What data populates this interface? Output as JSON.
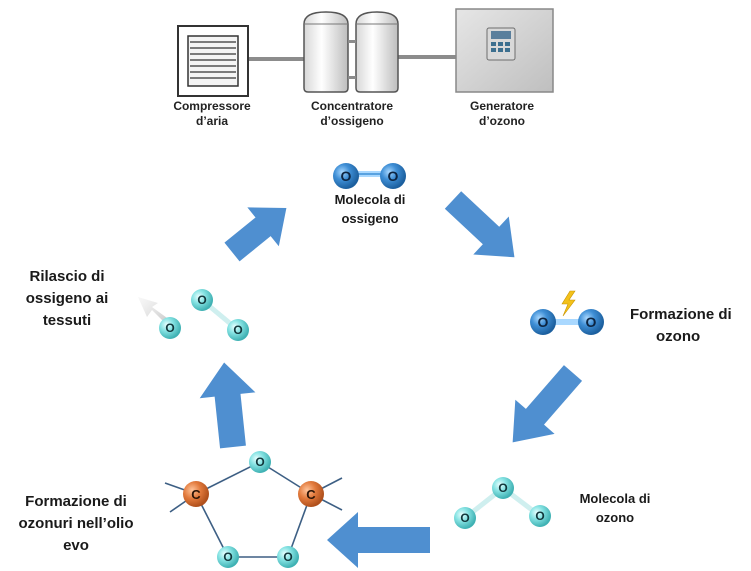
{
  "equipment": {
    "compressor_label_1": "Compressore",
    "compressor_label_2": "d’aria",
    "concentrator_label_1": "Concentratore",
    "concentrator_label_2": "d’ossigeno",
    "generator_label_1": "Generatore",
    "generator_label_2": "d’ozono"
  },
  "cycle": {
    "oxygen_molecule_label_1": "Molecola di",
    "oxygen_molecule_label_2": "ossigeno",
    "ozone_formation_label_1": "Formazione di",
    "ozone_formation_label_2": "ozono",
    "ozone_molecule_label_1": "Molecola di",
    "ozone_molecule_label_2": "ozono",
    "ozonide_label_1": "Formazione di",
    "ozonide_label_2": "ozonuri nell’olio",
    "ozonide_label_3": "evo",
    "release_label_1": "Rilascio di",
    "release_label_2": "ossigeno ai",
    "release_label_3": "tessuti"
  },
  "atoms": {
    "oxygen": "O",
    "carbon": "C"
  },
  "colors": {
    "arrow": "#4f8fd0",
    "oxygen_dark": "#2f7fc6",
    "oxygen_light": "#7fe0e0",
    "carbon": "#e07a3c"
  }
}
